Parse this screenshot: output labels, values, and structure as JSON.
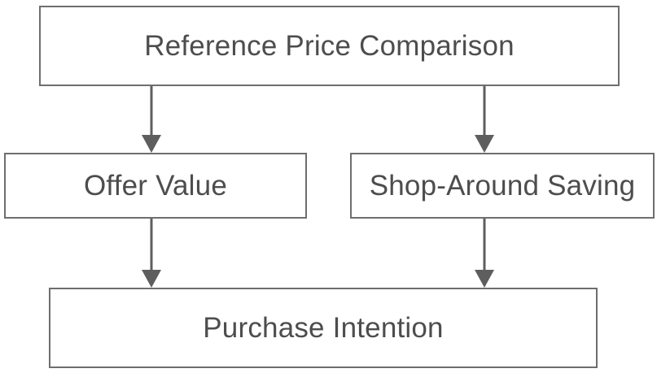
{
  "diagram": {
    "type": "flowchart",
    "orientation": "top-to-bottom",
    "title": "",
    "nodes": [
      {
        "id": "reference-price-comparison",
        "label": "Reference Price Comparison",
        "level": 1
      },
      {
        "id": "offer-value",
        "label": "Offer Value",
        "level": 2
      },
      {
        "id": "shop-around-saving",
        "label": "Shop-Around Saving",
        "level": 2
      },
      {
        "id": "purchase-intention",
        "label": "Purchase Intention",
        "level": 3
      }
    ],
    "edges": [
      {
        "id": "edge-rpc-to-ov",
        "from": "reference-price-comparison",
        "to": "offer-value",
        "arrow": "single"
      },
      {
        "id": "edge-rpc-to-sas",
        "from": "reference-price-comparison",
        "to": "shop-around-saving",
        "arrow": "single"
      },
      {
        "id": "edge-ov-to-pi",
        "from": "offer-value",
        "to": "purchase-intention",
        "arrow": "single"
      },
      {
        "id": "edge-sas-to-pi",
        "from": "shop-around-saving",
        "to": "purchase-intention",
        "arrow": "single"
      }
    ],
    "colors": {
      "background": "#ffffff",
      "box_border": "#6e6e6e",
      "box_fill": "#ffffff",
      "text": "#4d4d4d",
      "connector": "#5e5e5e"
    }
  }
}
